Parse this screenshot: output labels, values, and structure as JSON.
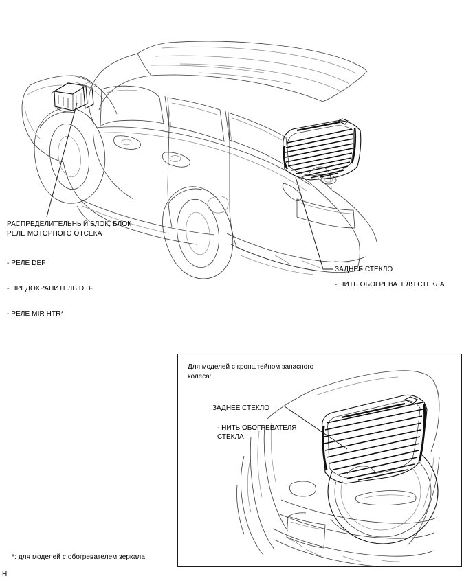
{
  "document": {
    "page_mark": "H",
    "footnote": "*: для моделей с обогревателем зеркала"
  },
  "main_diagram": {
    "name": "rear-window-defogger-location-diagram",
    "callouts": {
      "relay_block": {
        "title": "РАСПРЕДЕЛИТЕЛЬНЫЙ БЛОК, БЛОК\nРЕЛЕ МОТОРНОГО ОТСЕКА",
        "items": [
          "- РЕЛЕ DEF",
          "- ПРЕДОХРАНИТЕЛЬ DEF",
          "- РЕЛЕ MIR HTR*"
        ]
      },
      "rear_glass": {
        "title": "ЗАДНЕЕ СТЕКЛО",
        "item": "- НИТЬ ОБОГРЕВАТЕЛЯ СТЕКЛА"
      }
    }
  },
  "inset": {
    "name": "spare-wheel-carrier-variant",
    "header": "Для моделей с кронштейном запасного\nколеса:",
    "callout_title": "ЗАДНЕЕ СТЕКЛО",
    "callout_item": "- НИТЬ ОБОГРЕВАТЕЛЯ\nСТЕКЛА"
  },
  "colors": {
    "line": "#3a3a3a",
    "line_light": "#8a8a8a",
    "line_dark": "#111111",
    "defogger": "#0d0d0d",
    "text": "#000000",
    "background": "#ffffff"
  }
}
